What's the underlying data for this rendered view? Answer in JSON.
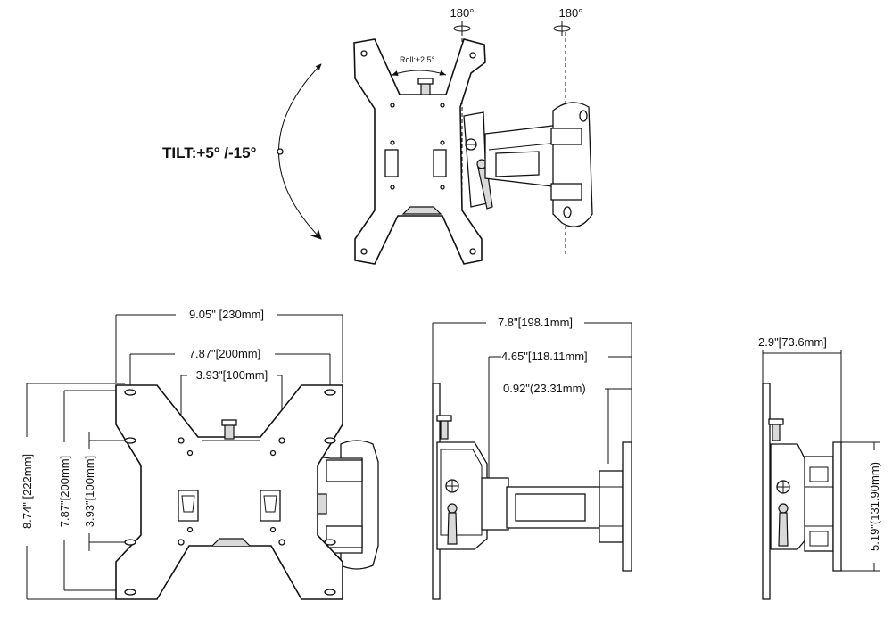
{
  "top_view": {
    "rotation_left": "180°",
    "rotation_right": "180°",
    "roll_label": "Roll:±2.5°",
    "tilt_label": "TILT:+5° /-15°"
  },
  "front_view": {
    "width_overall": "9.05\" [230mm]",
    "width_vesa_large": "7.87\"[200mm]",
    "width_vesa_small": "3.93\"[100mm]",
    "height_overall": "8.74\" [222mm]",
    "height_vesa_large": "7.87\"[200mm]",
    "height_vesa_small": "3.93\"[100mm]"
  },
  "side_view": {
    "extension_max": "7.8\"[198.1mm]",
    "extension_mid": "4.65\"[118.11mm]",
    "extension_min": "0.92\"(23.31mm)"
  },
  "retracted_view": {
    "depth": "2.9\"[73.6mm]",
    "wall_plate_height": "5.19\"(131.90mm)"
  }
}
